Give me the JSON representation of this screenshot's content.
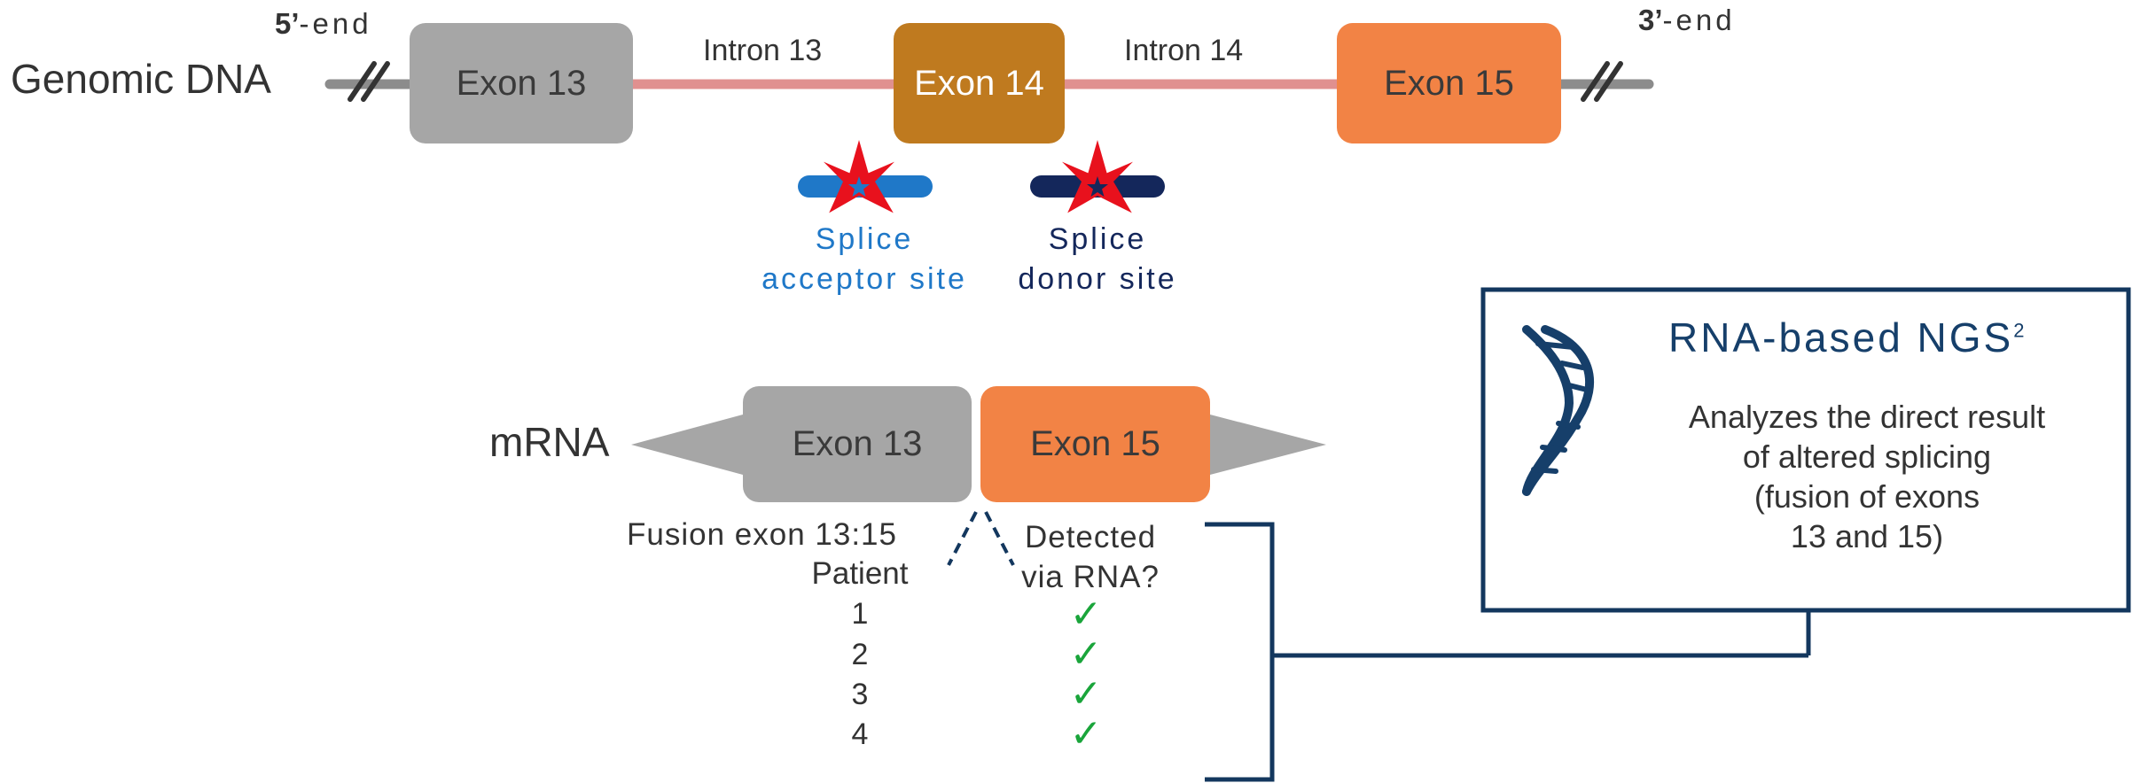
{
  "genomic": {
    "label": "Genomic DNA",
    "five_end_bold": "5’",
    "five_end_rest": "-end",
    "three_end_bold": "3’",
    "three_end_rest": "-end",
    "exon13": "Exon 13",
    "exon14": "Exon 14",
    "exon15": "Exon 15",
    "intron13": "Intron 13",
    "intron14": "Intron 14"
  },
  "sites": {
    "acceptor_line1": "Splice",
    "acceptor_line2": "acceptor site",
    "donor_line1": "Splice",
    "donor_line2": "donor site"
  },
  "mrna": {
    "label": "mRNA",
    "exon13": "Exon 13",
    "exon15": "Exon 15"
  },
  "table": {
    "fusion_label": "Fusion exon 13:15",
    "patient_header": "Patient",
    "detected_header_line1": "Detected",
    "detected_header_line2": "via RNA?",
    "patients": [
      "1",
      "2",
      "3",
      "4"
    ],
    "checkmark": "✓"
  },
  "ngs": {
    "title": "RNA-based NGS",
    "superscript": "2",
    "desc_line1": "Analyzes the direct result",
    "desc_line2": "of altered splicing",
    "desc_line3": "(fusion of exons",
    "desc_line4": "13 and 15)",
    "icon": "dna-helix-icon"
  },
  "colors": {
    "gray_exon": "#a6a6a6",
    "exon14": "#bf7a1f",
    "exon15": "#f28345",
    "intron": "#e0908f",
    "acceptor_blue": "#1f78c8",
    "donor_navy": "#14275b",
    "star_red": "#e8111d",
    "box_border": "#13375e",
    "check_green": "#1aa53b"
  }
}
